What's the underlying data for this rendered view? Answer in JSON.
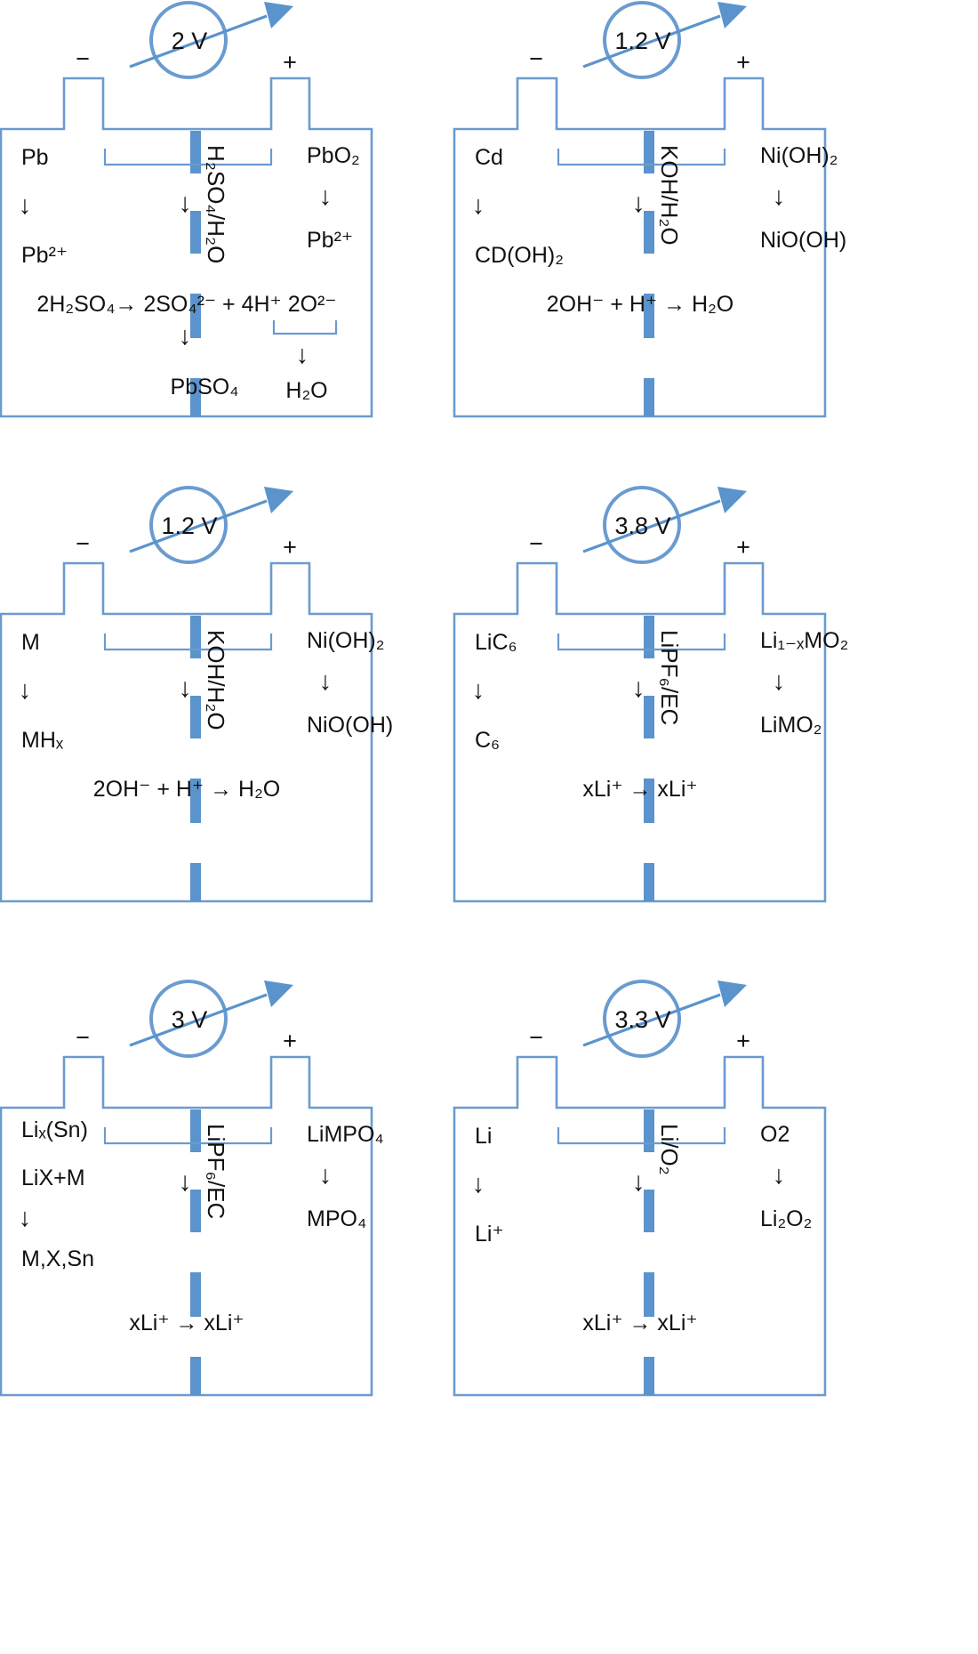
{
  "colors": {
    "outline": "#6a9bd0",
    "separator": "#5b93cd",
    "text": "#111111"
  },
  "cells": [
    {
      "voltage": "2 V",
      "neg_sign": "−",
      "pos_sign": "+",
      "electrolyte": "H₂SO₄/H₂O",
      "anode": [
        "Pb",
        "↓",
        "Pb²⁺"
      ],
      "cathode": [
        "PbO₂",
        "↓",
        "Pb²⁺"
      ],
      "middle_arrow": "↓",
      "reaction": "2H₂SO₄→ 2SO₄²⁻ + 4H⁺ 2O²⁻",
      "sub_arrows": [
        "↓",
        "↓"
      ],
      "products": [
        "PbSO₄",
        "H₂O"
      ]
    },
    {
      "voltage": "1.2 V",
      "neg_sign": "−",
      "pos_sign": "+",
      "electrolyte": "KOH/H₂O",
      "anode": [
        "Cd",
        "↓",
        "CD(OH)₂"
      ],
      "cathode": [
        "Ni(OH)₂",
        "↓",
        "NiO(OH)"
      ],
      "middle_arrow": "↓",
      "reaction": "2OH⁻ + H⁺ → H₂O"
    },
    {
      "voltage": "1.2 V",
      "neg_sign": "−",
      "pos_sign": "+",
      "electrolyte": "KOH/H₂O",
      "anode": [
        "M",
        "↓",
        "MHₓ"
      ],
      "cathode": [
        "Ni(OH)₂",
        "↓",
        "NiO(OH)"
      ],
      "middle_arrow": "↓",
      "reaction": "2OH⁻ + H⁺ → H₂O"
    },
    {
      "voltage": "3.8 V",
      "neg_sign": "−",
      "pos_sign": "+",
      "electrolyte": "LiPF₆/EC",
      "anode": [
        "LiC₆",
        "↓",
        "C₆"
      ],
      "cathode": [
        "Li₁₋ₓMO₂",
        "↓",
        "LiMO₂"
      ],
      "middle_arrow": "↓",
      "reaction": "xLi⁺ → xLi⁺"
    },
    {
      "voltage": "3 V",
      "neg_sign": "−",
      "pos_sign": "+",
      "electrolyte": "LiPF₆/EC",
      "anode": [
        "Liₓ(Sn)",
        "LiX+M",
        "↓",
        "M,X,Sn"
      ],
      "cathode": [
        "LiMPO₄",
        "↓",
        "MPO₄"
      ],
      "middle_arrow": "↓",
      "reaction": "xLi⁺ → xLi⁺"
    },
    {
      "voltage": "3.3 V",
      "neg_sign": "−",
      "pos_sign": "+",
      "electrolyte": "Li/O₂",
      "anode": [
        "Li",
        "↓",
        "Li⁺"
      ],
      "cathode": [
        "O2",
        "↓",
        "Li₂O₂"
      ],
      "middle_arrow": "↓",
      "reaction": "xLi⁺ → xLi⁺"
    }
  ]
}
